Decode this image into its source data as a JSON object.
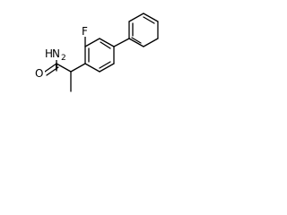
{
  "structure": {
    "atoms": {
      "fluorine": "F",
      "amine_n": "N",
      "amine_h": "H",
      "amine_h_count": "2",
      "carbonyl_o": "O"
    }
  }
}
